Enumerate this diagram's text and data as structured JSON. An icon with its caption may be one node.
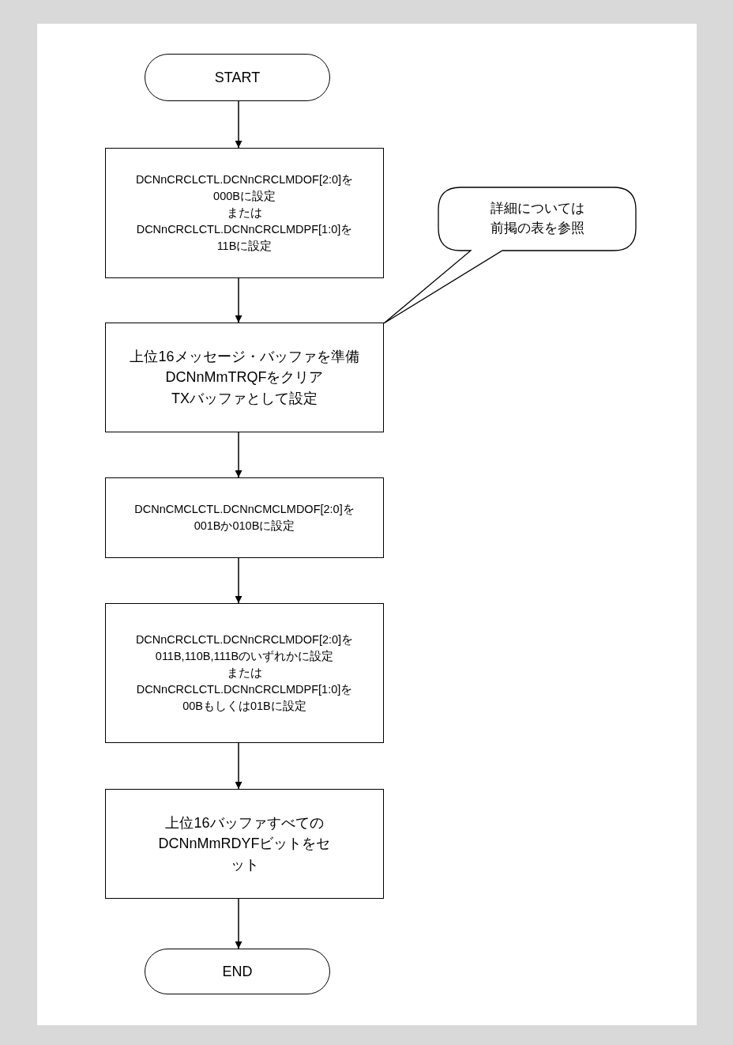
{
  "diagram": {
    "nodes": [
      {
        "text": [
          "START"
        ]
      },
      {
        "text": [
          "DCNnCRCLCTL.DCNnCRCLMDOF[2:0]を000Bに設定",
          "または",
          "DCNnCRCLCTL.DCNnCRCLMDPF[1:0]を11Bに設定"
        ]
      },
      {
        "text": [
          "詳細については前掲の表を参照"
        ]
      },
      {
        "text": [
          "上位16メッセージ・バッファを準備",
          "DCNnMmTRQFをクリア",
          "TXバッファとして設定"
        ]
      },
      {
        "text": [
          "DCNnCMCLCTL.DCNnCMCLMDOF[2:0]を001Bか010Bに設定"
        ]
      },
      {
        "text": [
          "DCNnCRCLCTL.DCNnCRCLMDOF[2:0]を011B,110B,111Bのいずれかに設定",
          "または",
          "DCNnCRCLCTL.DCNnCRCLMDPF[1:0]を00Bもしくは01Bに設定"
        ]
      },
      {
        "text": [
          "上位16バッファすべてのDCNnMmRDYFビットをセット"
        ]
      },
      {
        "text": [
          "END"
        ]
      }
    ],
    "edges": [
      {
        "from": 0,
        "to": 1,
        "arrow": "to"
      },
      {
        "from": 1,
        "to": 3,
        "arrow": "to"
      },
      {
        "from": 3,
        "to": 4,
        "arrow": "to"
      },
      {
        "from": 4,
        "to": 5,
        "arrow": "to"
      },
      {
        "from": 5,
        "to": 6,
        "arrow": "to"
      },
      {
        "from": 6,
        "to": 7,
        "arrow": "to"
      }
    ]
  }
}
